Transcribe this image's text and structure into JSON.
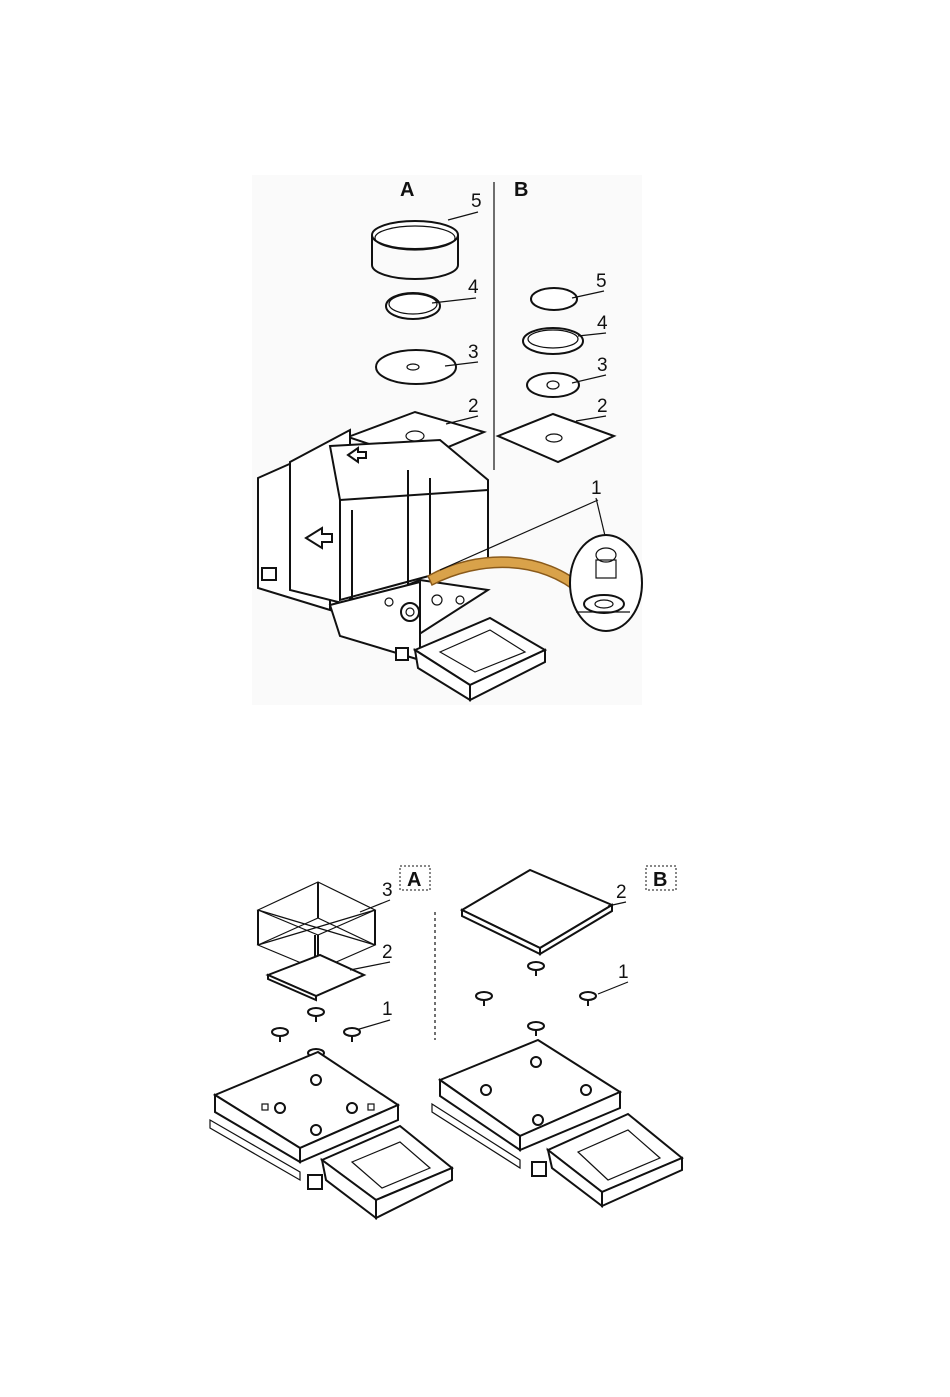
{
  "figure1": {
    "section_a": "A",
    "section_b": "B",
    "a_labels": [
      "5",
      "4",
      "3",
      "2"
    ],
    "b_labels": [
      "5",
      "4",
      "3",
      "2"
    ],
    "detail_label": "1",
    "arrow_color": "#d9a24a"
  },
  "figure2": {
    "section_a": "A",
    "section_b": "B",
    "a_labels": [
      "3",
      "2",
      "1"
    ],
    "b_labels": [
      "2",
      "1"
    ]
  }
}
